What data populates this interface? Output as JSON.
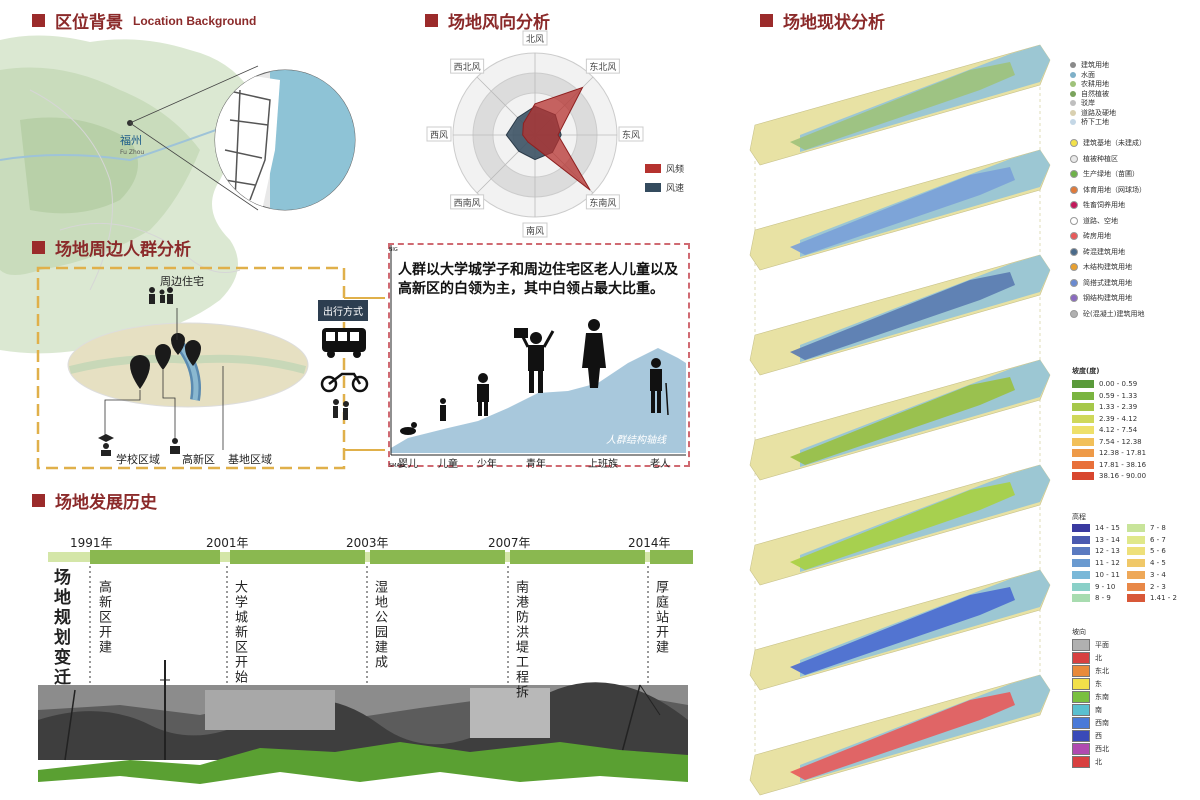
{
  "location": {
    "title": "区位背景",
    "title_en": "Location Background",
    "city": "福州",
    "city_en": "Fu Zhou"
  },
  "wind": {
    "title": "场地风向分析",
    "directions": [
      "北风",
      "东北风",
      "东风",
      "东南风",
      "南风",
      "西南风",
      "西风",
      "西北风"
    ],
    "legend": [
      {
        "label": "风频",
        "color": "#b5322f"
      },
      {
        "label": "风速",
        "color": "#344b5e"
      }
    ],
    "frequency": [
      0.38,
      0.82,
      0.28,
      0.95,
      0.15,
      0.12,
      0.15,
      0.2
    ],
    "speed": [
      0.35,
      0.35,
      0.32,
      0.3,
      0.3,
      0.28,
      0.35,
      0.3
    ]
  },
  "crowd": {
    "title": "场地周边人群分析",
    "labels": {
      "residential": "周边住宅",
      "school": "学校区域",
      "hightech": "高新区",
      "base": "基地区域",
      "travel": "出行方式"
    },
    "description": "人群以大学城学子和周边住宅区老人儿童以及高新区的白领为主，其中白领占最大比重。",
    "axis_top": "BIG",
    "axis_bottom": "SMALL",
    "groups": [
      "婴儿",
      "儿童",
      "少年",
      "青年",
      "上班族",
      "老人"
    ],
    "watermark": "人群结构轴线"
  },
  "history": {
    "title": "场地发展历史",
    "side_label": "场地规划变迁",
    "events": [
      {
        "year": "1991年",
        "text": "高新区开建"
      },
      {
        "year": "2001年",
        "text": "大学城新区开始"
      },
      {
        "year": "2003年",
        "text": "湿地公园建成"
      },
      {
        "year": "2007年",
        "text": "南港防洪堤工程拆"
      },
      {
        "year": "2014年",
        "text": "厚庭站开建"
      }
    ]
  },
  "status": {
    "title": "场地现状分析",
    "landuse_legend": [
      {
        "label": "建筑用地",
        "color": "#8a8a8a"
      },
      {
        "label": "水面",
        "color": "#7fb0c8"
      },
      {
        "label": "农耕用地",
        "color": "#9fc27a"
      },
      {
        "label": "自然植被",
        "color": "#7aa35c"
      },
      {
        "label": "驳岸",
        "color": "#bfbfbf"
      },
      {
        "label": "道路及硬地",
        "color": "#d9d0b0"
      },
      {
        "label": "桥下工地",
        "color": "#c4d7e6"
      }
    ],
    "building_legend": [
      {
        "label": "建筑基地（未建成）",
        "color": "#f2e14a"
      },
      {
        "label": "植被种植区",
        "color": "#e8e8e8"
      },
      {
        "label": "生产绿地（苗圃）",
        "color": "#6fb24a"
      },
      {
        "label": "体育用地（网球场）",
        "color": "#e07a3a"
      },
      {
        "label": "牲畜饲养用地",
        "color": "#c2185b"
      },
      {
        "label": "道路、空地",
        "color": "#ffffff"
      },
      {
        "label": "砖房用地",
        "color": "#e85a5a"
      },
      {
        "label": "砖混建筑用地",
        "color": "#4a6a8a"
      },
      {
        "label": "木结构建筑用地",
        "color": "#e8a030"
      },
      {
        "label": "简搭式建筑用地",
        "color": "#6a8ad0"
      },
      {
        "label": "钢结构建筑用地",
        "color": "#8a6ac0"
      },
      {
        "label": "砼(混凝土)建筑用地",
        "color": "#b0b0b0"
      }
    ],
    "slope_title": "坡度(度)",
    "slope_legend": [
      {
        "label": "0.00 - 0.59",
        "color": "#5a9a3a"
      },
      {
        "label": "0.59 - 1.33",
        "color": "#7ab440"
      },
      {
        "label": "1.33 - 2.39",
        "color": "#a6c84a"
      },
      {
        "label": "2.39 - 4.12",
        "color": "#cfd85a"
      },
      {
        "label": "4.12 - 7.54",
        "color": "#eee06a"
      },
      {
        "label": "7.54 - 12.38",
        "color": "#f2c05a"
      },
      {
        "label": "12.38 - 17.81",
        "color": "#ee9a48"
      },
      {
        "label": "17.81 - 38.16",
        "color": "#e8703a"
      },
      {
        "label": "38.16 - 90.00",
        "color": "#d8462e"
      }
    ],
    "elev_title": "高程",
    "elev_legend": [
      {
        "label": "14 - 15",
        "color": "#3a3aa0"
      },
      {
        "label": "13 - 14",
        "color": "#4a5ab0"
      },
      {
        "label": "12 - 13",
        "color": "#5a7ac0"
      },
      {
        "label": "11 - 12",
        "color": "#6a9ad0"
      },
      {
        "label": "10 - 11",
        "color": "#7ab8d8"
      },
      {
        "label": "9 - 10",
        "color": "#8ad0c8"
      },
      {
        "label": "8 - 9",
        "color": "#a8dcb0"
      },
      {
        "label": "7 - 8",
        "color": "#c8e49a"
      },
      {
        "label": "6 - 7",
        "color": "#e0e88a"
      },
      {
        "label": "5 - 6",
        "color": "#eee07a"
      },
      {
        "label": "4 - 5",
        "color": "#f0c868"
      },
      {
        "label": "3 - 4",
        "color": "#eea858"
      },
      {
        "label": "2 - 3",
        "color": "#e88848"
      },
      {
        "label": "1.41 - 2",
        "color": "#d85838"
      }
    ],
    "aspect_title": "坡向",
    "aspect_legend": [
      {
        "label": "平面",
        "color": "#b0b0b0"
      },
      {
        "label": "北",
        "color": "#d84040"
      },
      {
        "label": "东北",
        "color": "#e88a3a"
      },
      {
        "label": "东",
        "color": "#f2e04a"
      },
      {
        "label": "东南",
        "color": "#7ac040"
      },
      {
        "label": "南",
        "color": "#5ac0d0"
      },
      {
        "label": "西南",
        "color": "#4a7ad8"
      },
      {
        "label": "西",
        "color": "#3a4ab8"
      },
      {
        "label": "西北",
        "color": "#b04ab0"
      },
      {
        "label": "北",
        "color": "#d84040"
      }
    ]
  }
}
